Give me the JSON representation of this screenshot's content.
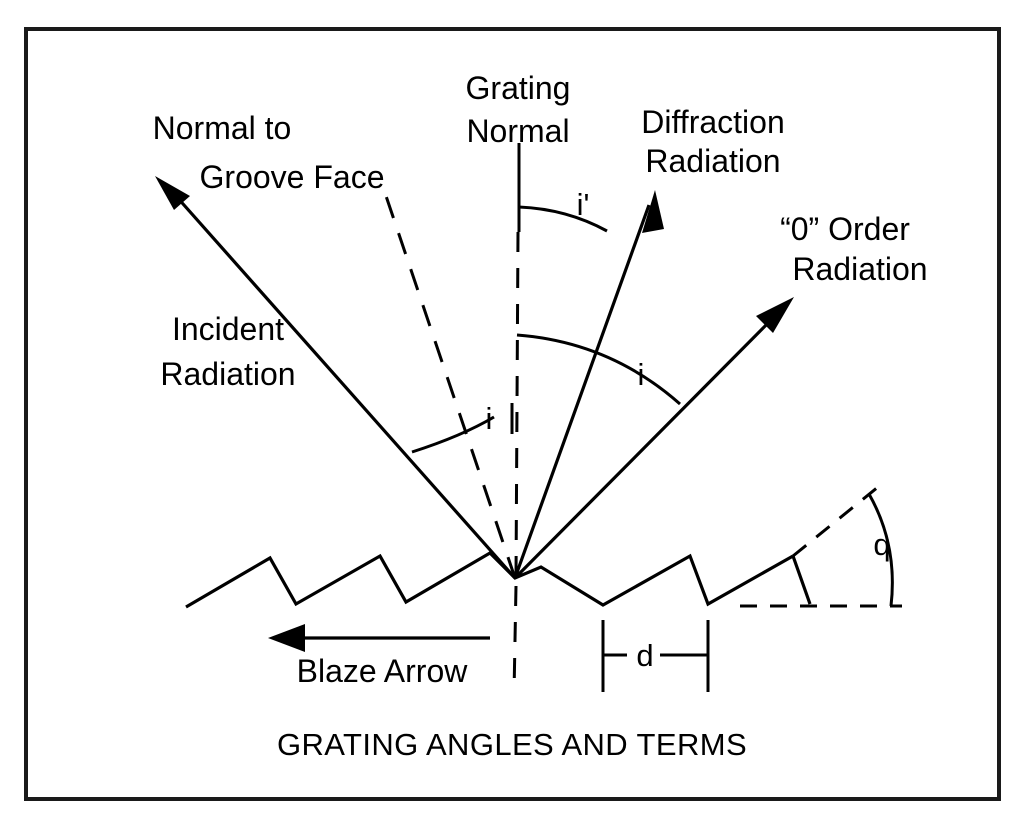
{
  "figure": {
    "title": "GRATING ANGLES AND TERMS",
    "type": "diffraction-grating-geometry-diagram",
    "background_color": "#ffffff",
    "line_color": "#000000",
    "border_color": "#1a1a1a"
  },
  "labels": {
    "normal_to_groove_face_line1": "Normal to",
    "normal_to_groove_face_line2": "Groove Face",
    "grating_normal_line1": "Grating",
    "grating_normal_line2": "Normal",
    "diffraction_radiation_line1": "Diffraction",
    "diffraction_radiation_line2": "Radiation",
    "zero_order_line1": "“0” Order",
    "zero_order_line2": "Radiation",
    "incident_radiation_line1": "Incident",
    "incident_radiation_line2": "Radiation",
    "blaze_arrow": "Blaze Arrow"
  },
  "angles": {
    "incidence": "i",
    "diffraction": "i'",
    "zero_order": "i",
    "blaze": "q"
  },
  "dimensions": {
    "groove_spacing": "d"
  },
  "rays": [
    {
      "name": "incident-radiation-ray",
      "from": "vertex",
      "to": "upper-left",
      "arrow": "outward"
    },
    {
      "name": "normal-to-groove-face-ray",
      "from": "vertex",
      "to": "upper-left",
      "style": "dashed"
    },
    {
      "name": "grating-normal-ray",
      "from": "vertex",
      "to": "vertical",
      "style": "solid-top-dashed-bottom"
    },
    {
      "name": "diffraction-radiation-ray",
      "from": "vertex",
      "to": "upper-right",
      "arrow": "outward"
    },
    {
      "name": "zero-order-radiation-ray",
      "from": "vertex",
      "to": "right",
      "arrow": "outward"
    }
  ]
}
